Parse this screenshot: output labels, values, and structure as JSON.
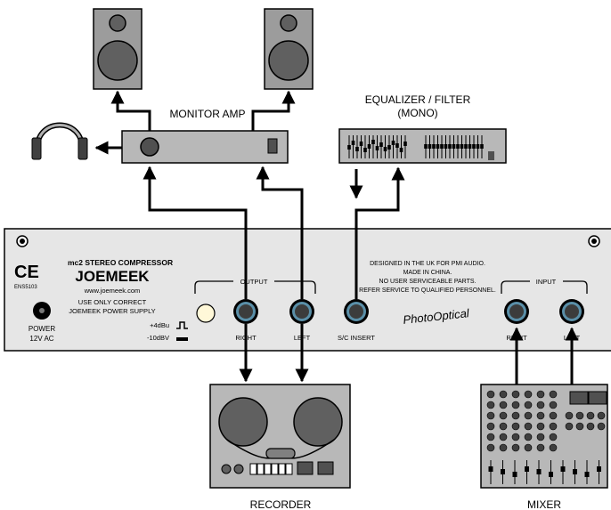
{
  "labels": {
    "monitor_amp": "MONITOR AMP",
    "equalizer_line1": "EQUALIZER / FILTER",
    "equalizer_line2": "(MONO)",
    "recorder": "RECORDER",
    "mixer": "MIXER"
  },
  "panel": {
    "ce_mark": "CE",
    "ens_code": "ENS5103",
    "model": "mc2 STEREO COMPRESSOR",
    "brand": "JOEMEEK",
    "website": "www.joemeek.com",
    "power_warning_line1": "USE ONLY CORRECT",
    "power_warning_line2": "JOEMEEK POWER SUPPLY",
    "power_label": "POWER",
    "power_spec": "12V AC",
    "level_high": "+4dBu",
    "level_low": "-10dBV",
    "output_group": "OUTPUT",
    "output_right": "RIGHT",
    "output_left": "LEFT",
    "sc_insert": "S/C INSERT",
    "notice_line1": "DESIGNED IN THE UK FOR PMI AUDIO.",
    "notice_line2": "MADE IN CHINA.",
    "notice_line3": "NO USER SERVICEABLE PARTS.",
    "notice_line4": "REFER SERVICE TO QUALIFIED PERSONNEL.",
    "signature": "PhotoOptical",
    "input_group": "INPUT",
    "input_right": "RIGHT",
    "input_left": "LEFT"
  },
  "colors": {
    "device_fill": "#b8b8b8",
    "panel_fill": "#e6e6e6",
    "speaker_box": "#9c9c9c",
    "speaker_cone": "#606060",
    "jack_ring": "#5a8fa8",
    "jack_core": "#3c3c3c",
    "line": "#000000"
  }
}
